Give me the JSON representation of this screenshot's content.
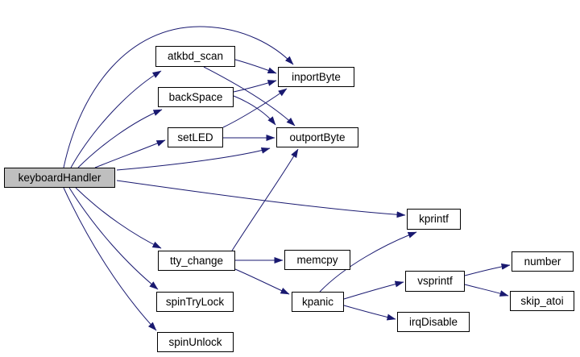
{
  "diagram": {
    "kind": "call-graph",
    "background_color": "#ffffff",
    "edge_color": "#191970",
    "node_fill": "#ffffff",
    "node_border_color": "#000000",
    "highlight_fill": "#bfbfbf",
    "nodes": [
      {
        "id": "keyboardHandler",
        "label": "keyboardHandler",
        "highlighted": true
      },
      {
        "id": "atkbd_scan",
        "label": "atkbd_scan"
      },
      {
        "id": "backSpace",
        "label": "backSpace"
      },
      {
        "id": "setLED",
        "label": "setLED"
      },
      {
        "id": "inportByte",
        "label": "inportByte"
      },
      {
        "id": "outportByte",
        "label": "outportByte"
      },
      {
        "id": "kprintf",
        "label": "kprintf"
      },
      {
        "id": "tty_change",
        "label": "tty_change"
      },
      {
        "id": "memcpy",
        "label": "memcpy"
      },
      {
        "id": "spinTryLock",
        "label": "spinTryLock"
      },
      {
        "id": "spinUnlock",
        "label": "spinUnlock"
      },
      {
        "id": "kpanic",
        "label": "kpanic"
      },
      {
        "id": "vsprintf",
        "label": "vsprintf"
      },
      {
        "id": "irqDisable",
        "label": "irqDisable"
      },
      {
        "id": "number",
        "label": "number"
      },
      {
        "id": "skip_atoi",
        "label": "skip_atoi"
      }
    ],
    "edges": [
      {
        "from": "keyboardHandler",
        "to": "atkbd_scan"
      },
      {
        "from": "keyboardHandler",
        "to": "backSpace"
      },
      {
        "from": "keyboardHandler",
        "to": "setLED"
      },
      {
        "from": "keyboardHandler",
        "to": "inportByte"
      },
      {
        "from": "keyboardHandler",
        "to": "outportByte"
      },
      {
        "from": "keyboardHandler",
        "to": "kprintf"
      },
      {
        "from": "keyboardHandler",
        "to": "tty_change"
      },
      {
        "from": "keyboardHandler",
        "to": "spinTryLock"
      },
      {
        "from": "keyboardHandler",
        "to": "spinUnlock"
      },
      {
        "from": "atkbd_scan",
        "to": "inportByte"
      },
      {
        "from": "atkbd_scan",
        "to": "outportByte"
      },
      {
        "from": "backSpace",
        "to": "inportByte"
      },
      {
        "from": "backSpace",
        "to": "outportByte"
      },
      {
        "from": "setLED",
        "to": "inportByte"
      },
      {
        "from": "setLED",
        "to": "outportByte"
      },
      {
        "from": "tty_change",
        "to": "memcpy"
      },
      {
        "from": "tty_change",
        "to": "outportByte"
      },
      {
        "from": "tty_change",
        "to": "kpanic"
      },
      {
        "from": "kpanic",
        "to": "kprintf"
      },
      {
        "from": "kpanic",
        "to": "vsprintf"
      },
      {
        "from": "kpanic",
        "to": "irqDisable"
      },
      {
        "from": "vsprintf",
        "to": "number"
      },
      {
        "from": "vsprintf",
        "to": "skip_atoi"
      }
    ]
  }
}
